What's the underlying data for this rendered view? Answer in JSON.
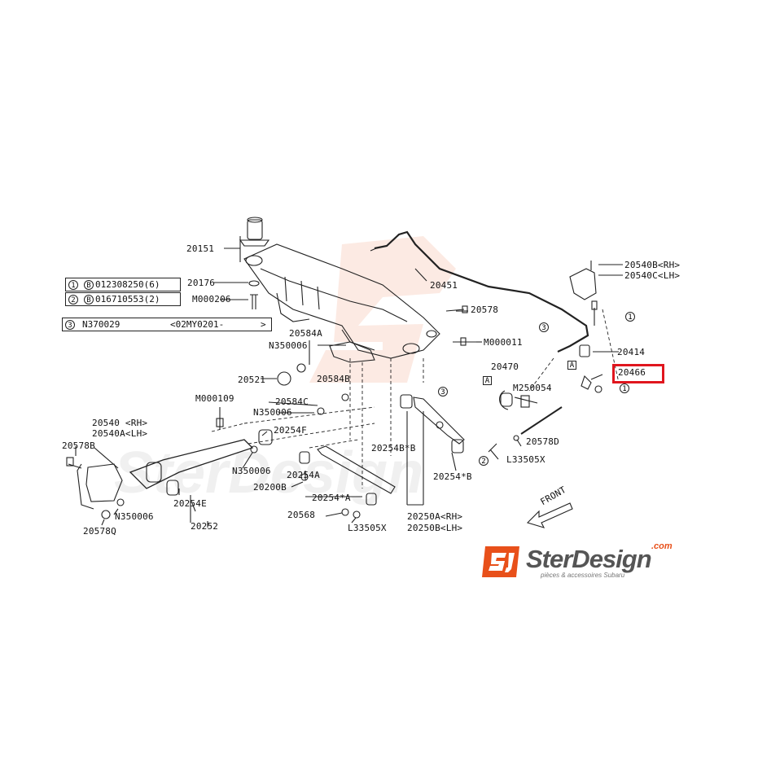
{
  "diagram": {
    "highlight_color": "#e0161e",
    "legend": {
      "rows": [
        {
          "marker": "1",
          "code": "012308250(6)",
          "prefix": "B"
        },
        {
          "marker": "2",
          "code": "016710553(2)",
          "prefix": "B"
        },
        {
          "marker": "3",
          "code": "N370029",
          "note": "<02MY0201-",
          "arrow": ">"
        }
      ]
    },
    "labels": {
      "l20151": "20151",
      "l20176": "20176",
      "lM000206": "M000206",
      "l20451": "20451",
      "l20578": "20578",
      "l20540B": "20540B<RH>",
      "l20540C": "20540C<LH>",
      "l20584A": "20584A",
      "lN350006a": "N350006",
      "lM000011": "M000011",
      "l20414": "20414",
      "l20466": "20466",
      "l20521": "20521",
      "l20584B": "20584B",
      "l20470": "20470",
      "lM250054": "M250054",
      "l20584C": "20584C",
      "lM000109": "M000109",
      "lN350006b": "N350006",
      "l20254F": "20254F",
      "l20540": "20540 <RH>",
      "l20540A": "20540A<LH>",
      "l20578B": "20578B",
      "l20254Bb": "20254B*B",
      "l20578D": "20578D",
      "lL33505Xa": "L33505X",
      "lN350006c": "N350006",
      "l20254A": "20254A",
      "l20254sB": "20254*B",
      "l20200B": "20200B",
      "l20254sA": "20254*A",
      "lN350006d": "N350006",
      "l20254E": "20254E",
      "l20568": "20568",
      "l20250A": "20250A<RH>",
      "l20250B": "20250B<LH>",
      "lL33505Xb": "L33505X",
      "l20578Q": "20578Q",
      "l20252": "20252",
      "lFRONT": "FRONT",
      "markerA1": "A",
      "markerA2": "A"
    },
    "callouts": {
      "c1a": "1",
      "c1b": "1",
      "c3a": "3",
      "c3b": "3",
      "c2a": "2"
    },
    "logo": {
      "name": "SterDesign",
      "domain": ".com",
      "tagline": "pièces & accessoires Subaru",
      "accent": "#e8501a"
    }
  }
}
